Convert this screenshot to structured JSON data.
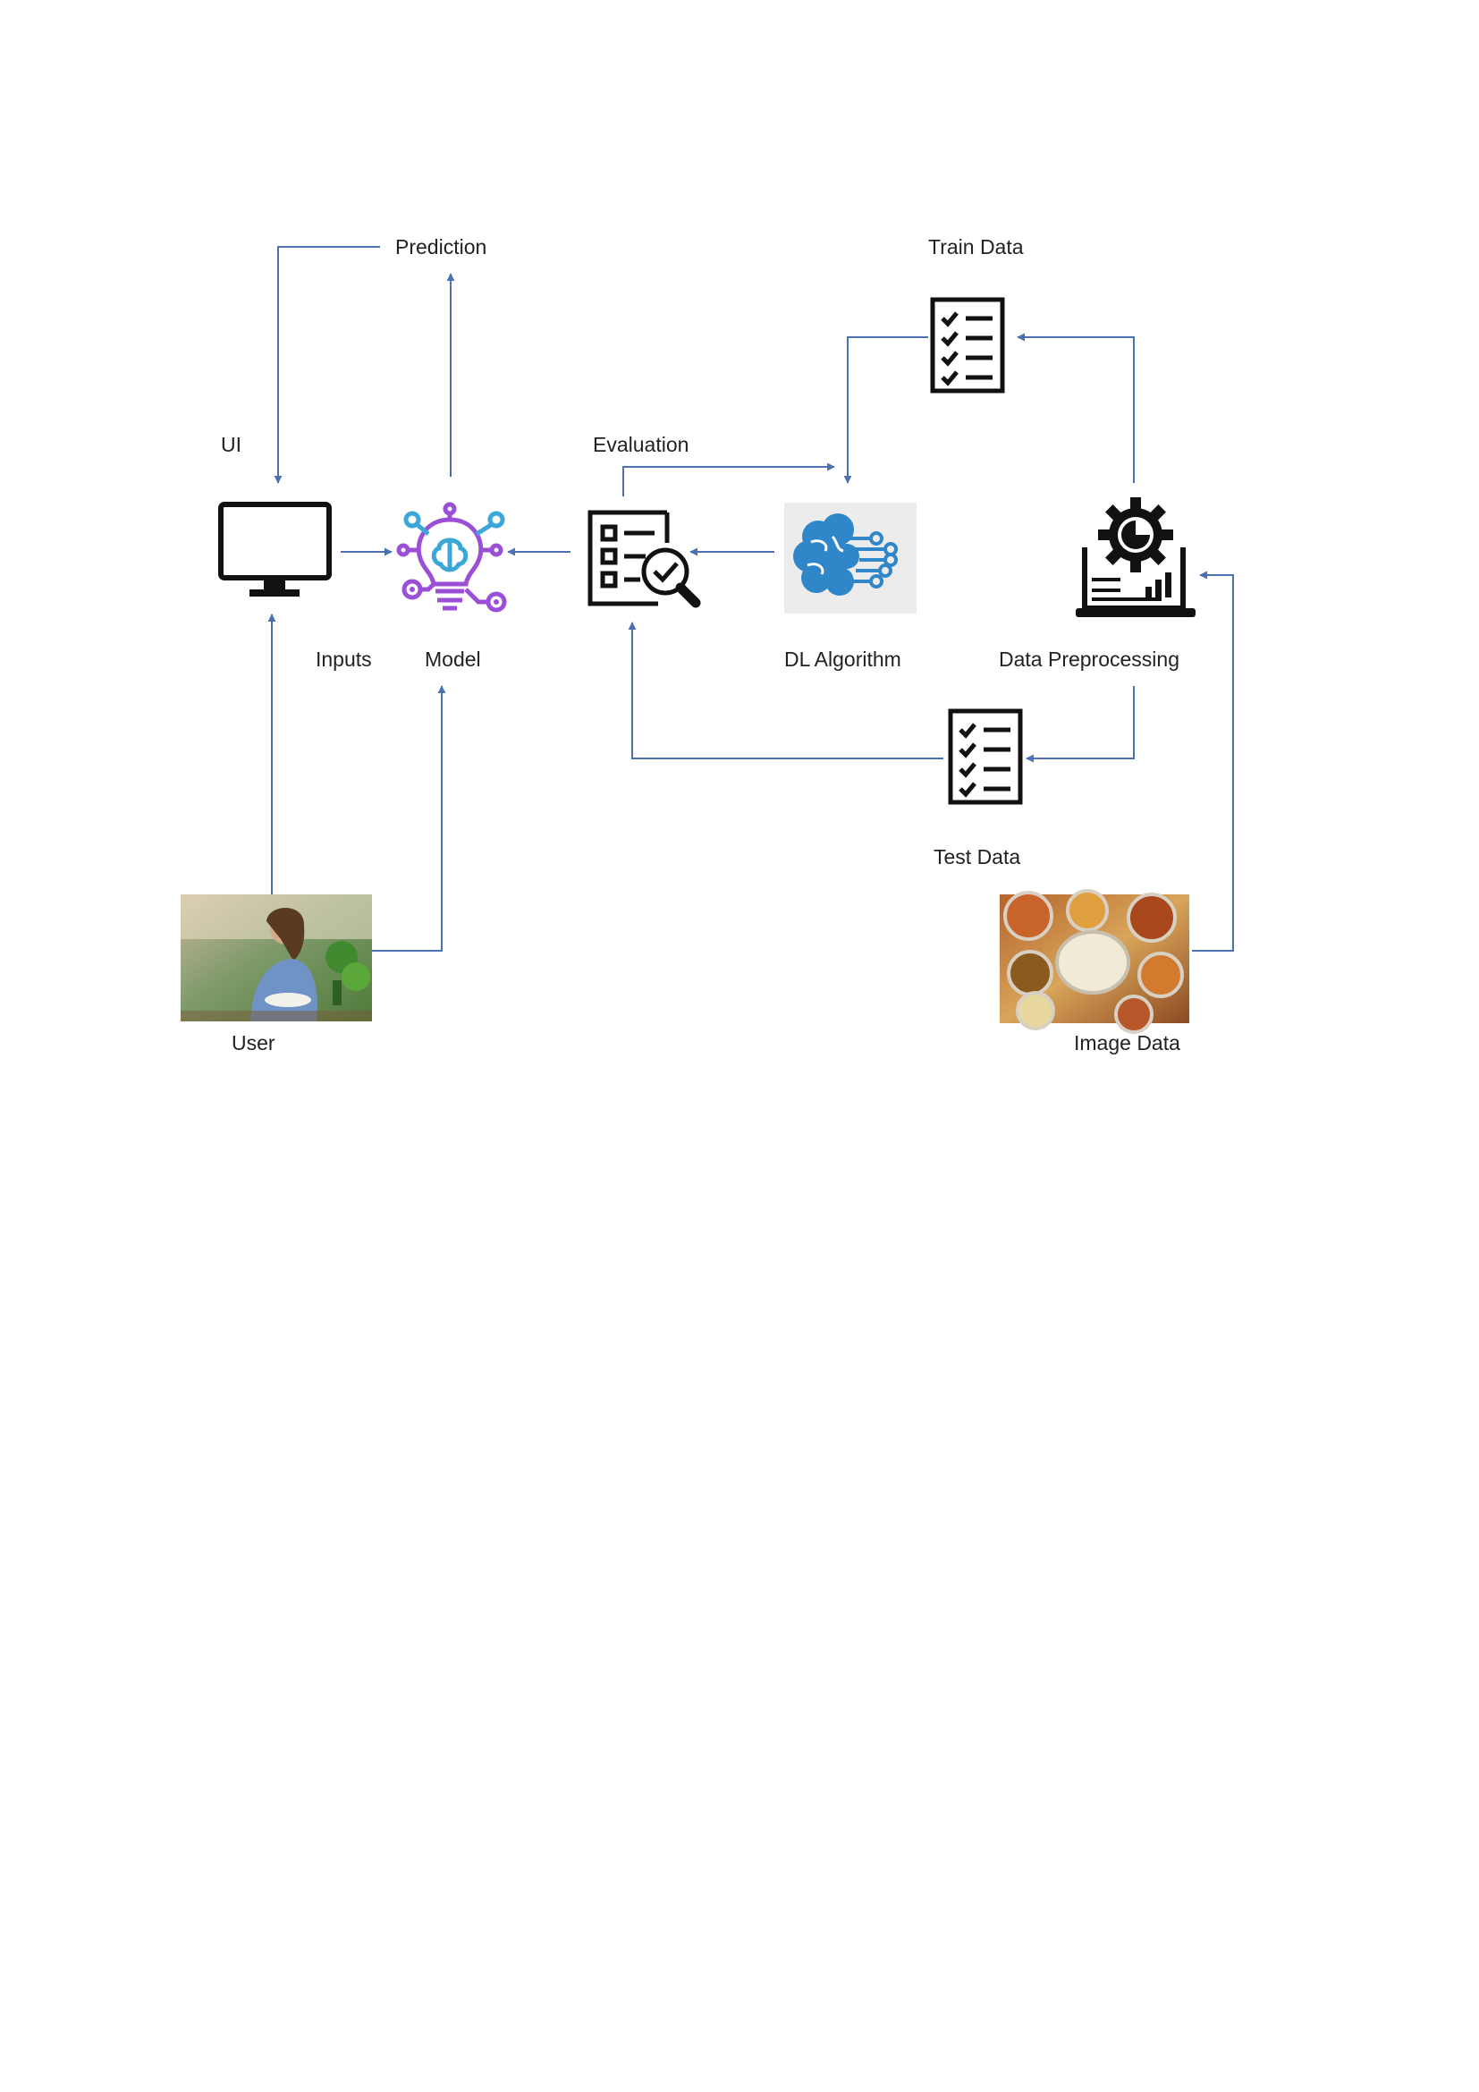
{
  "diagram": {
    "labels": {
      "prediction": "Prediction",
      "train_data": "Train Data",
      "ui": "UI",
      "evaluation": "Evaluation",
      "inputs": "Inputs",
      "model": "Model",
      "dl_algorithm": "DL Algorithm",
      "data_preprocessing": "Data Preprocessing",
      "test_data": "Test Data",
      "user": "User",
      "image_data": "Image Data"
    },
    "colors": {
      "arrow": "#4a72b2",
      "icon_black": "#111111",
      "model_icon": "#9b4fd6",
      "model_icon_accent": "#3aa7d8",
      "brain_blue": "#2f86c9"
    },
    "icons": [
      "monitor-icon",
      "ai-lightbulb-icon",
      "evaluation-checklist-icon",
      "brain-network-icon",
      "gear-laptop-icon",
      "checklist-icon",
      "checklist-icon"
    ]
  }
}
